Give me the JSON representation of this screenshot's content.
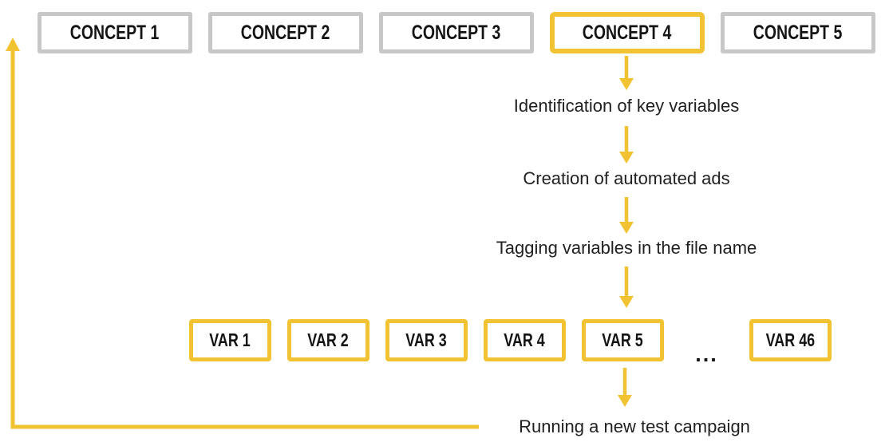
{
  "diagram": {
    "concepts": [
      {
        "label": "CONCEPT 1",
        "highlighted": false
      },
      {
        "label": "CONCEPT 2",
        "highlighted": false
      },
      {
        "label": "CONCEPT 3",
        "highlighted": false
      },
      {
        "label": "CONCEPT 4",
        "highlighted": true
      },
      {
        "label": "CONCEPT 5",
        "highlighted": false
      }
    ],
    "steps": [
      "Identification of key variables",
      "Creation of automated ads",
      "Tagging variables in the file name"
    ],
    "variants": [
      "VAR 1",
      "VAR 2",
      "VAR 3",
      "VAR 4",
      "VAR 5"
    ],
    "ellipsis": "...",
    "last_variant": "VAR 46",
    "final_step": "Running a new test campaign",
    "colors": {
      "accent": "#F1C232",
      "box_border_gray": "#C7C7C7",
      "text": "#212121",
      "label": "#141414"
    }
  }
}
